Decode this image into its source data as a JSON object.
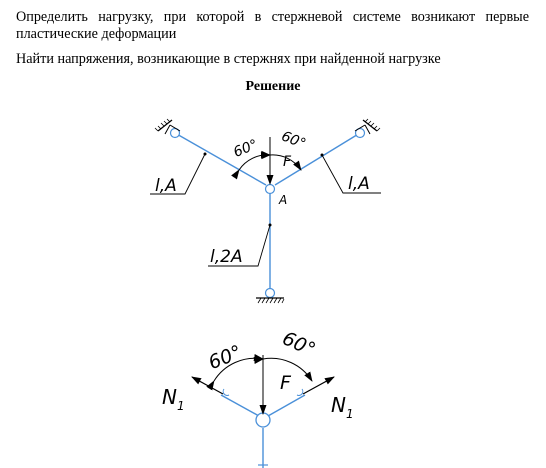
{
  "text": {
    "task_line1": "Определить нагрузку, при которой в стержневой системе возникают первые пластические деформации",
    "task_line2": "Найти напряжения, возникающие в стержнях при найденной нагрузке",
    "heading": "Решение"
  },
  "figure1": {
    "angle_left": "60°",
    "angle_right": "60°",
    "force": "F",
    "node": "A",
    "rod_left": "l,A",
    "rod_right": "l,A",
    "rod_bottom": "l,2A"
  },
  "figure2": {
    "angle_left": "60°",
    "angle_right": "60°",
    "force": "F",
    "force_left_main": "N",
    "force_left_sub": "1",
    "force_right_main": "N",
    "force_right_sub": "1"
  },
  "colors": {
    "rod": "#4a90d9",
    "ink": "#000000"
  }
}
